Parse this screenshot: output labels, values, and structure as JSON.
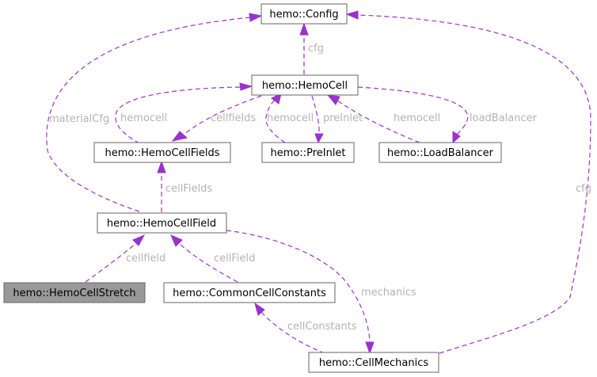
{
  "nodes": {
    "config": "hemo::Config",
    "hemocell": "hemo::HemoCell",
    "hemocellfields": "hemo::HemoCellFields",
    "preinlet": "hemo::PreInlet",
    "loadbalancer": "hemo::LoadBalancer",
    "hemocellfield": "hemo::HemoCellField",
    "hemocellstretch": "hemo::HemoCellStretch",
    "commoncellconstants": "hemo::CommonCellConstants",
    "cellmechanics": "hemo::CellMechanics"
  },
  "edges": {
    "cfg_hemocell_config": "cfg",
    "materialcfg": "materialCfg",
    "cfg_mechanics_config": "cfg",
    "hemocell_fields_to_hemocell": "hemocell",
    "cellfields_hemocell_to_fields": "cellfields",
    "hemocell_preinlet_to_hemocell": "hemocell",
    "preinlet": "preInlet",
    "hemocell_lb_to_hemocell": "hemocell",
    "loadbalancer": "loadBalancer",
    "cellFields": "cellFields",
    "cellfield_stretch": "cellfield",
    "cellField_constants": "cellField",
    "mechanics": "mechanics",
    "cellConstants": "cellConstants"
  },
  "colors": {
    "edge": "#9a32cd",
    "edge_label": "#b3b3b3",
    "node_border": "#666666",
    "highlight_fill": "#999999"
  }
}
